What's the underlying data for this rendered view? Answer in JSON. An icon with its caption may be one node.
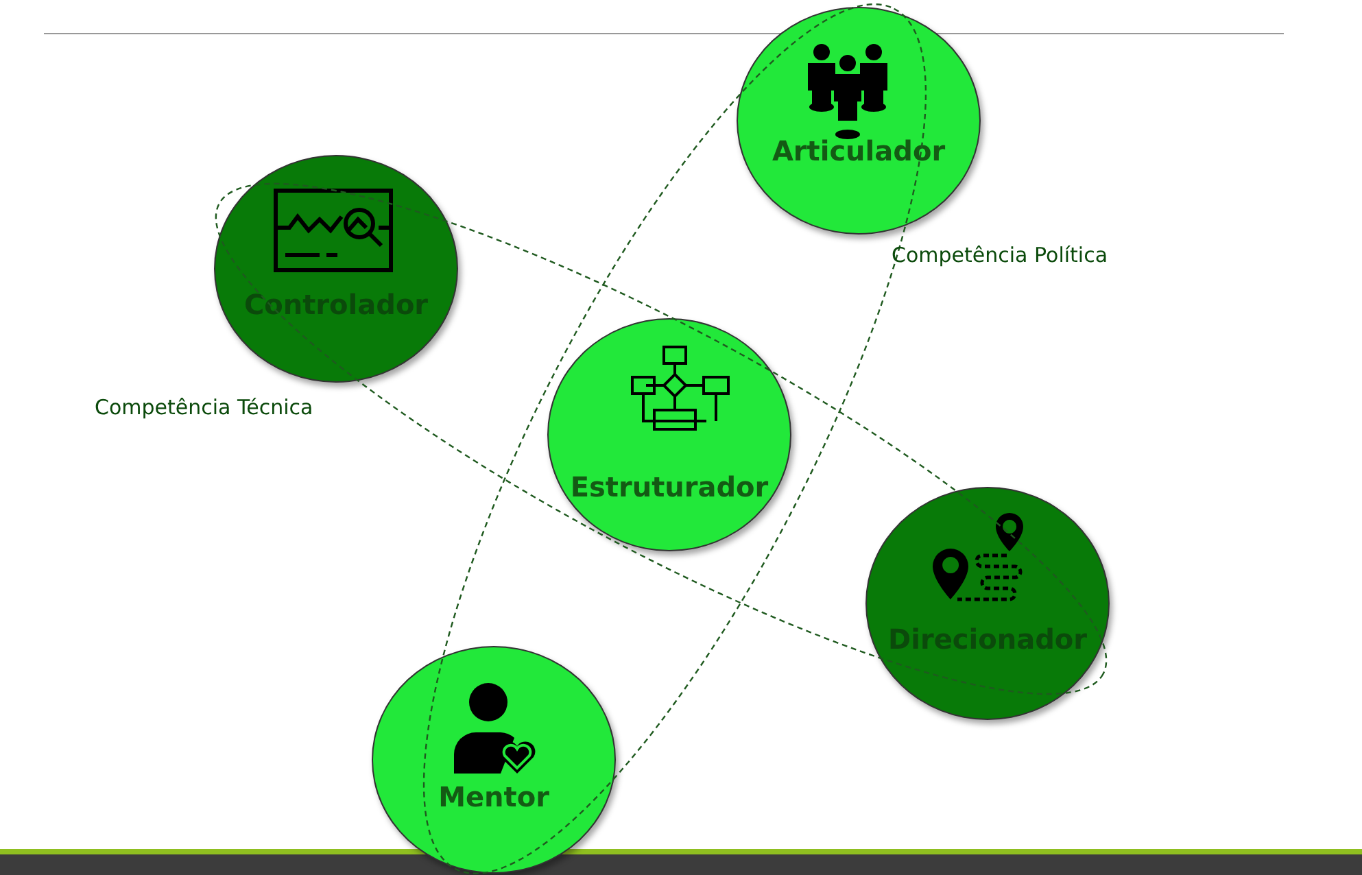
{
  "diagram": {
    "nodes": [
      {
        "text": [
          "Articulador"
        ]
      },
      {
        "text": [
          "Competência Política"
        ]
      },
      {
        "text": [
          "Controlador"
        ]
      },
      {
        "text": [
          "Competência Técnica"
        ]
      },
      {
        "text": [
          "Estruturador"
        ]
      },
      {
        "text": [
          "Direcionador"
        ]
      },
      {
        "text": [
          "Mentor"
        ]
      }
    ]
  }
}
